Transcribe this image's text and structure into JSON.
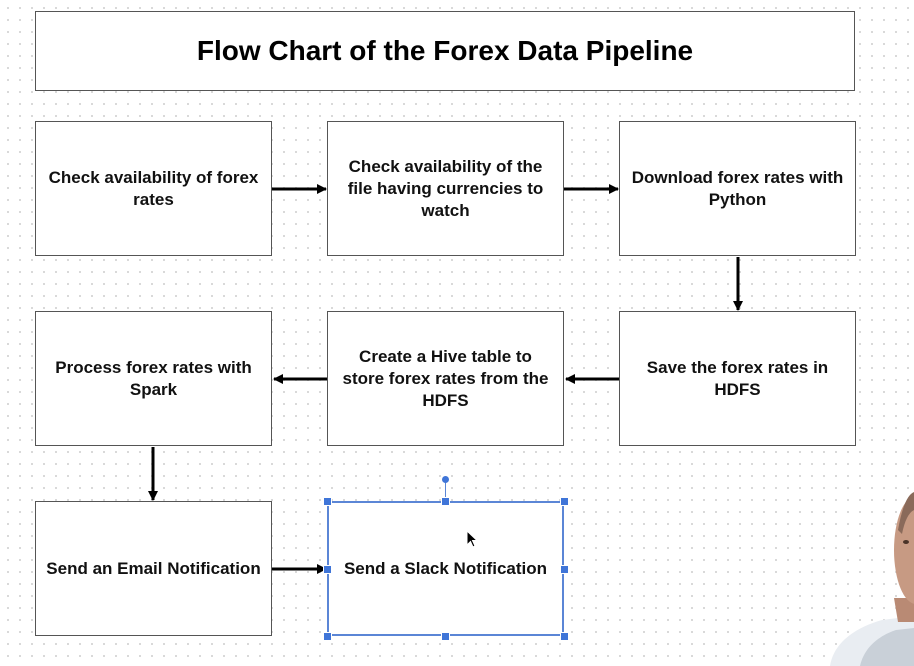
{
  "diagram": {
    "title": "Flow Chart of the Forex Data Pipeline",
    "nodes": [
      {
        "id": "n1",
        "label": "Check availability of forex rates"
      },
      {
        "id": "n2",
        "label": "Check availability of the file having currencies to watch"
      },
      {
        "id": "n3",
        "label": "Download forex rates with Python"
      },
      {
        "id": "n4",
        "label": "Save the forex rates in HDFS"
      },
      {
        "id": "n5",
        "label": "Create a Hive table to store forex rates from the HDFS"
      },
      {
        "id": "n6",
        "label": "Process forex rates with Spark"
      },
      {
        "id": "n7",
        "label": "Send an Email Notification"
      },
      {
        "id": "n8",
        "label": "Send a Slack Notification"
      }
    ],
    "edges": [
      {
        "from": "n1",
        "to": "n2"
      },
      {
        "from": "n2",
        "to": "n3"
      },
      {
        "from": "n3",
        "to": "n4"
      },
      {
        "from": "n4",
        "to": "n5"
      },
      {
        "from": "n5",
        "to": "n6"
      },
      {
        "from": "n6",
        "to": "n7"
      },
      {
        "from": "n7",
        "to": "n8"
      }
    ],
    "selected_node": "n8"
  },
  "colors": {
    "border": "#555555",
    "arrow": "#000000",
    "selection": "#3f75d8",
    "background": "#ffffff"
  },
  "icons": {
    "cursor": "mouse-pointer-icon"
  }
}
